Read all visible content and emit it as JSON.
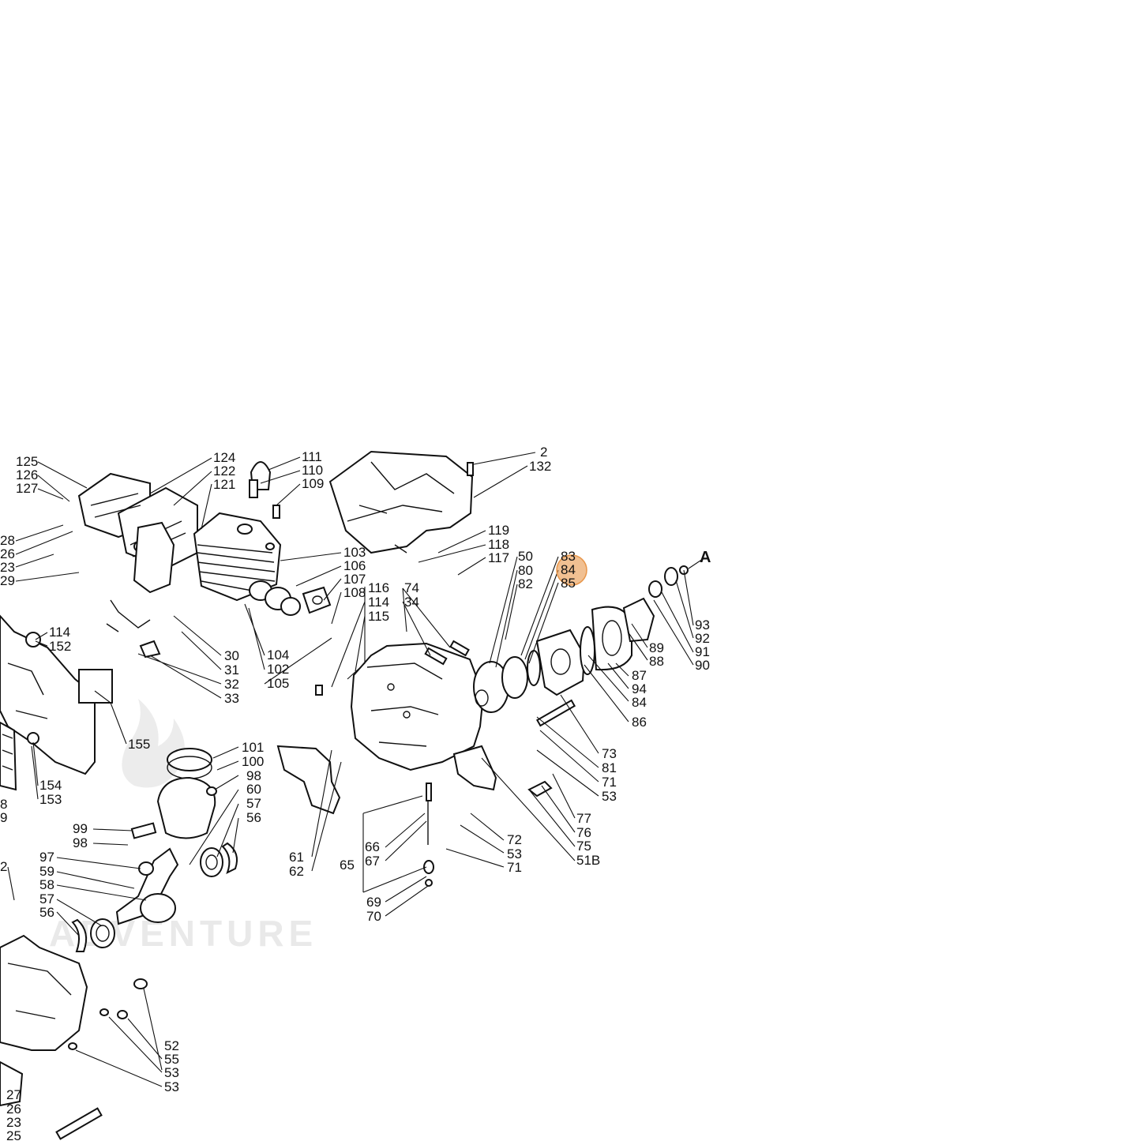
{
  "diagram": {
    "watermark": "ADVENTURE",
    "highlight": {
      "part": "84",
      "color": "#E8964A"
    },
    "marker_label": "A",
    "labels": [
      "125",
      "126",
      "127",
      "124",
      "122",
      "121",
      "111",
      "110",
      "109",
      "2",
      "132",
      "28",
      "26",
      "23",
      "29",
      "119",
      "118",
      "117",
      "50",
      "80",
      "82",
      "83",
      "84",
      "85",
      "103",
      "106",
      "107",
      "108",
      "116",
      "114",
      "115",
      "74",
      "34",
      "114",
      "152",
      "30",
      "31",
      "32",
      "33",
      "104",
      "102",
      "105",
      "93",
      "92",
      "91",
      "90",
      "89",
      "88",
      "87",
      "94",
      "84",
      "86",
      "155",
      "101",
      "100",
      "98",
      "60",
      "57",
      "56",
      "73",
      "81",
      "71",
      "53",
      "77",
      "76",
      "75",
      "51B",
      "154",
      "153",
      "8",
      "9",
      "99",
      "98",
      "97",
      "59",
      "58",
      "57",
      "56",
      "61",
      "62",
      "65",
      "66",
      "67",
      "69",
      "70",
      "72",
      "53",
      "71",
      "2",
      "52",
      "55",
      "53",
      "53",
      "27",
      "26",
      "23",
      "25"
    ]
  }
}
